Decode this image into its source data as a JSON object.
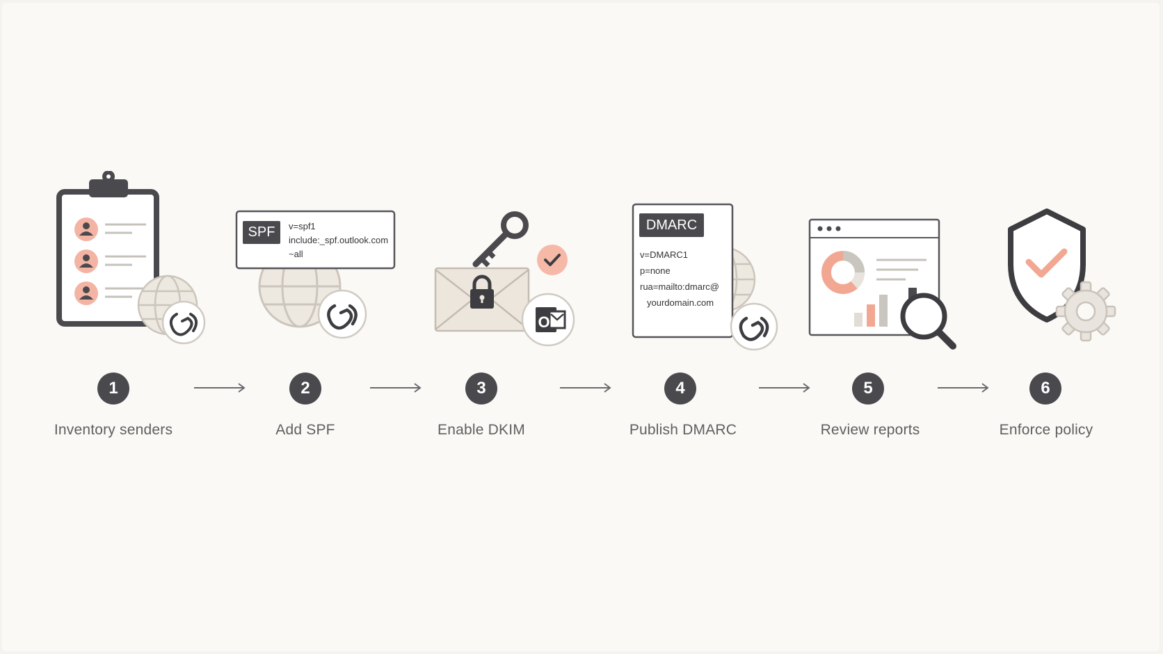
{
  "steps": [
    {
      "number": "1",
      "label": "Inventory senders"
    },
    {
      "number": "2",
      "label": "Add SPF"
    },
    {
      "number": "3",
      "label": "Enable DKIM"
    },
    {
      "number": "4",
      "label": "Publish DMARC"
    },
    {
      "number": "5",
      "label": "Review reports"
    },
    {
      "number": "6",
      "label": "Enforce policy"
    }
  ],
  "spf_card": {
    "tag": "SPF",
    "lines": [
      "v=spf1",
      "include:_spf.outlook.com",
      "~all"
    ]
  },
  "dmarc_card": {
    "tag": "DMARC",
    "lines": [
      "v=DMARC1",
      "p=none",
      "rua=mailto:dmarc@",
      "yourdomain.com"
    ]
  },
  "outlook_icon": {
    "letter": "O"
  },
  "colors": {
    "background": "#fbf9f6",
    "dark": "#4a4a4e",
    "accent": "#ef9e8a",
    "accent_light": "#f7c9bc",
    "muted": "#cfcac2",
    "text": "#5e5e62"
  }
}
